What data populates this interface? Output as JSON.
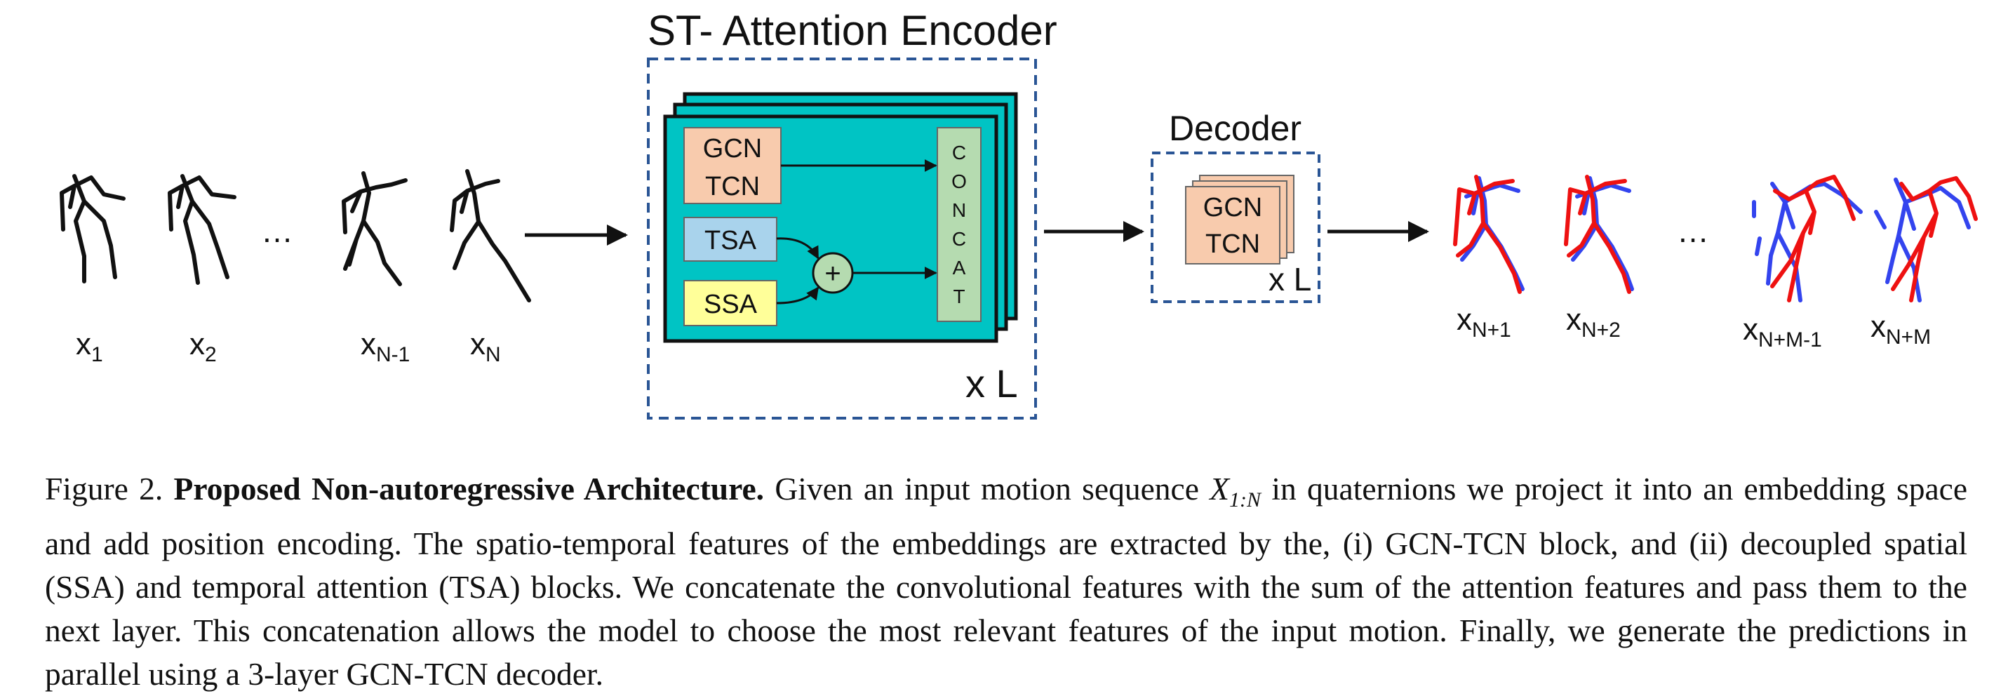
{
  "diagram": {
    "encoder": {
      "title": "ST- Attention Encoder",
      "repeat_label": "x L",
      "gcn_tcn": [
        "GCN",
        "TCN"
      ],
      "tsa": "TSA",
      "ssa": "SSA",
      "plus": "+",
      "concat": [
        "C",
        "O",
        "N",
        "C",
        "A",
        "T"
      ]
    },
    "decoder": {
      "title": "Decoder",
      "gcn_tcn": [
        "GCN",
        "TCN"
      ],
      "repeat_label": "x L"
    },
    "inputs": {
      "labels": [
        {
          "base": "x",
          "sub": "1"
        },
        {
          "base": "x",
          "sub": "2"
        },
        {
          "base": "x",
          "sub": "N-1"
        },
        {
          "base": "x",
          "sub": "N"
        }
      ],
      "ellipsis": "…"
    },
    "outputs": {
      "labels": [
        {
          "base": "x",
          "sub": "N+1"
        },
        {
          "base": "x",
          "sub": "N+2"
        },
        {
          "base": "x",
          "sub": "N+M-1"
        },
        {
          "base": "x",
          "sub": "N+M"
        }
      ],
      "ellipsis": "…"
    },
    "colors": {
      "encoder_fill": "#00c4c4",
      "gcn_fill": "#f8cbad",
      "tsa_fill": "#a9d3ec",
      "ssa_fill": "#ffff99",
      "concat_fill": "#b5dbb0",
      "dash": "#2a5595",
      "pred": "#ee1111",
      "gt": "#3344ee"
    }
  },
  "caption": {
    "figure_label": "Figure 2.",
    "title": "Proposed Non-autoregressive Architecture.",
    "seg1": "Given an input motion sequence",
    "math_base": "X",
    "math_sub": "1:N",
    "seg2": "in quaternions we project it into an embedding space and add position encoding. The spatio-temporal features of the embeddings are extracted by the, (i) GCN-TCN block, and (ii) decoupled spatial (SSA) and temporal attention (TSA) blocks. We concatenate the convolutional features with the sum of the attention features and pass them to the next layer. This concatenation allows the model to choose the most relevant features of the input motion. Finally, we generate the predictions in parallel using a 3-layer GCN-TCN decoder."
  }
}
